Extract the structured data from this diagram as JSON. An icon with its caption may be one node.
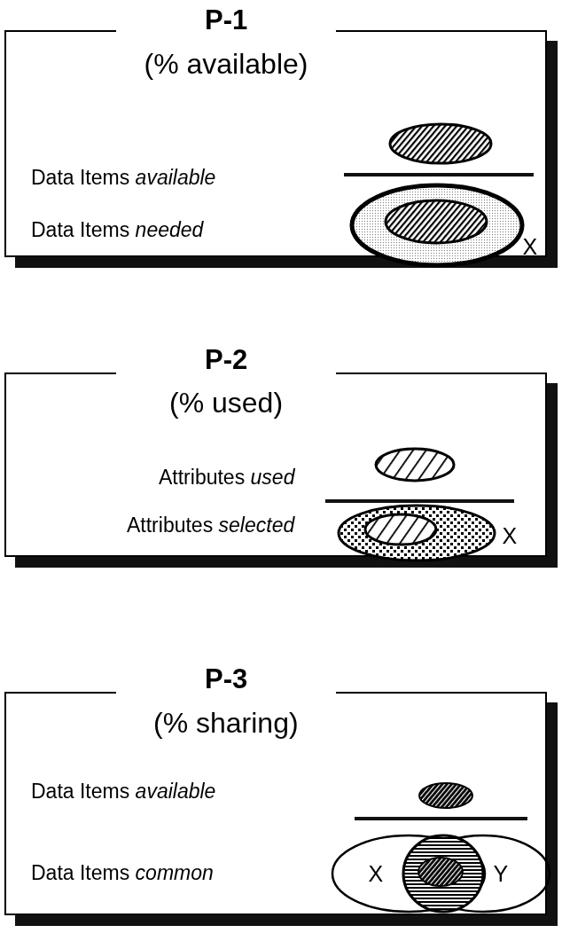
{
  "diagram": {
    "nodes": [
      {
        "text": [
          "P-1",
          "(% available)",
          "Data Items *available*",
          "Data Items *needed*"
        ]
      },
      {
        "text": [
          "P-2",
          "(% used)",
          "Attributes *used*",
          "Attributes *selected*"
        ]
      },
      {
        "text": [
          "P-3",
          "(% sharing)",
          "Data Items *available*",
          "Data Items *common*"
        ]
      }
    ],
    "labels": [
      "X",
      "X",
      "X",
      "Y"
    ]
  }
}
